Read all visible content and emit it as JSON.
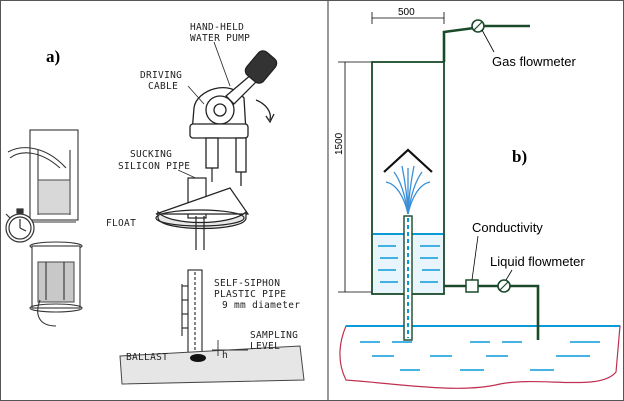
{
  "panel_a": {
    "label": "a)",
    "labels": {
      "hand_held_1": "HAND-HELD",
      "hand_held_2": "WATER PUMP",
      "driving_1": "DRIVING",
      "driving_2": "CABLE",
      "sucking_1": "SUCKING",
      "sucking_2": "SILICON PIPE",
      "float": "FLOAT",
      "siphon_1": "SELF-SIPHON",
      "siphon_2": "PLASTIC PIPE",
      "siphon_3": "9 mm diameter",
      "sampling_1": "SAMPLING",
      "sampling_2": "LEVEL",
      "ballast": "BALLAST",
      "h": "h"
    }
  },
  "panel_b": {
    "label": "b)",
    "dim_width": "500",
    "dim_height": "1500",
    "gas_flowmeter": "Gas flowmeter",
    "conductivity": "Conductivity",
    "liquid_flowmeter": "Liquid flowmeter",
    "colors": {
      "column": "#1a4a2a",
      "water": "#0a9ad8",
      "spray": "#3a8fd8",
      "pond_outline": "#c03050"
    }
  }
}
